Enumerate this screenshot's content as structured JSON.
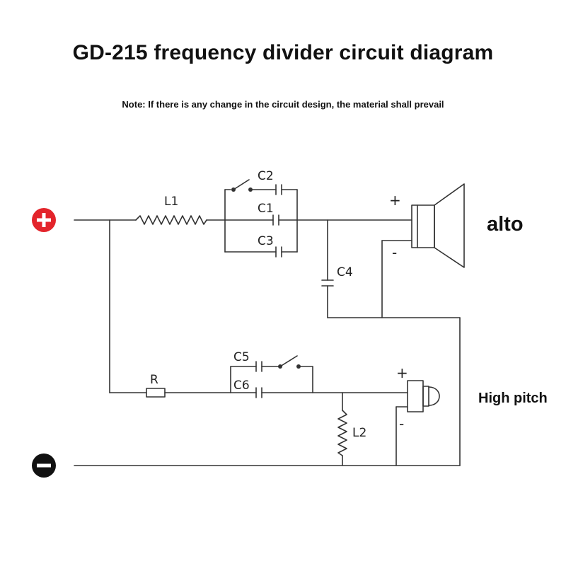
{
  "title": "GD-215 frequency divider circuit diagram",
  "note": "Note: If there is any change in the circuit design, the material shall prevail",
  "terminals": {
    "positive_symbol": "+",
    "negative_symbol": "−",
    "positive_color": "#e3242b",
    "negative_color": "#111111"
  },
  "components": {
    "L1": "L1",
    "C1": "C1",
    "C2": "C2",
    "C3": "C3",
    "C4": "C4",
    "C5": "C5",
    "C6": "C6",
    "R": "R",
    "L2": "L2"
  },
  "speakers": {
    "alto_label": "alto",
    "high_pitch_label": "High pitch",
    "plus": "+",
    "minus": "-"
  },
  "icons": [
    "positive-terminal-icon",
    "negative-terminal-icon",
    "alto-speaker-icon",
    "tweeter-icon"
  ]
}
